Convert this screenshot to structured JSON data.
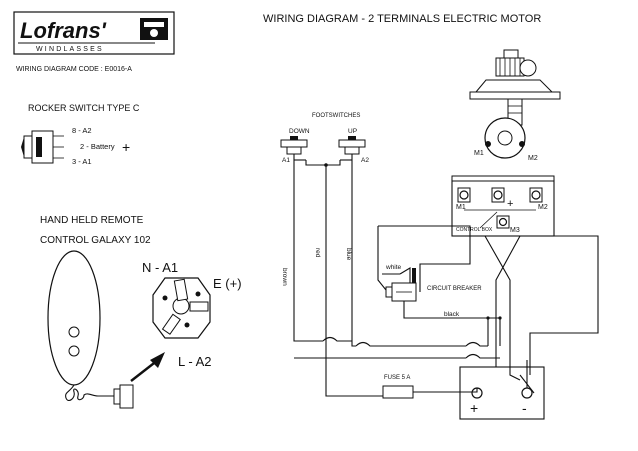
{
  "header": {
    "logo_brand": "Lofrans'",
    "logo_sub": "WINDLASSES",
    "title": "WIRING DIAGRAM - 2 TERMINALS  ELECTRIC  MOTOR",
    "code": "WIRING DIAGRAM CODE : E0016-A"
  },
  "rocker_switch": {
    "title": "ROCKER SWITCH TYPE C",
    "pin_8": "8 - A2",
    "pin_2": "2 - Battery",
    "pin_3": "3 - A1",
    "plus": "+"
  },
  "remote": {
    "title_line1": "HAND HELD REMOTE",
    "title_line2": "CONTROL GALAXY 102",
    "label_n": "N - A1",
    "label_e": "E (+)",
    "label_l": "L - A2"
  },
  "footswitches": {
    "title": "FOOTSWITCHES",
    "down": "DOWN",
    "up": "UP",
    "a1": "A1",
    "a2": "A2"
  },
  "motor": {
    "m1": "M1",
    "m2": "M2"
  },
  "control_box": {
    "label": "CONTROL BOX",
    "m1": "M1",
    "m2": "M2",
    "m3": "M3",
    "plus": "+"
  },
  "wires": {
    "brown": "brown",
    "red": "red",
    "blue": "blue",
    "white": "white",
    "black": "black"
  },
  "circuit_breaker": "CIRCUIT BREAKER",
  "fuse": "FUSE 5 A",
  "battery": {
    "plus": "+",
    "minus": "-"
  }
}
